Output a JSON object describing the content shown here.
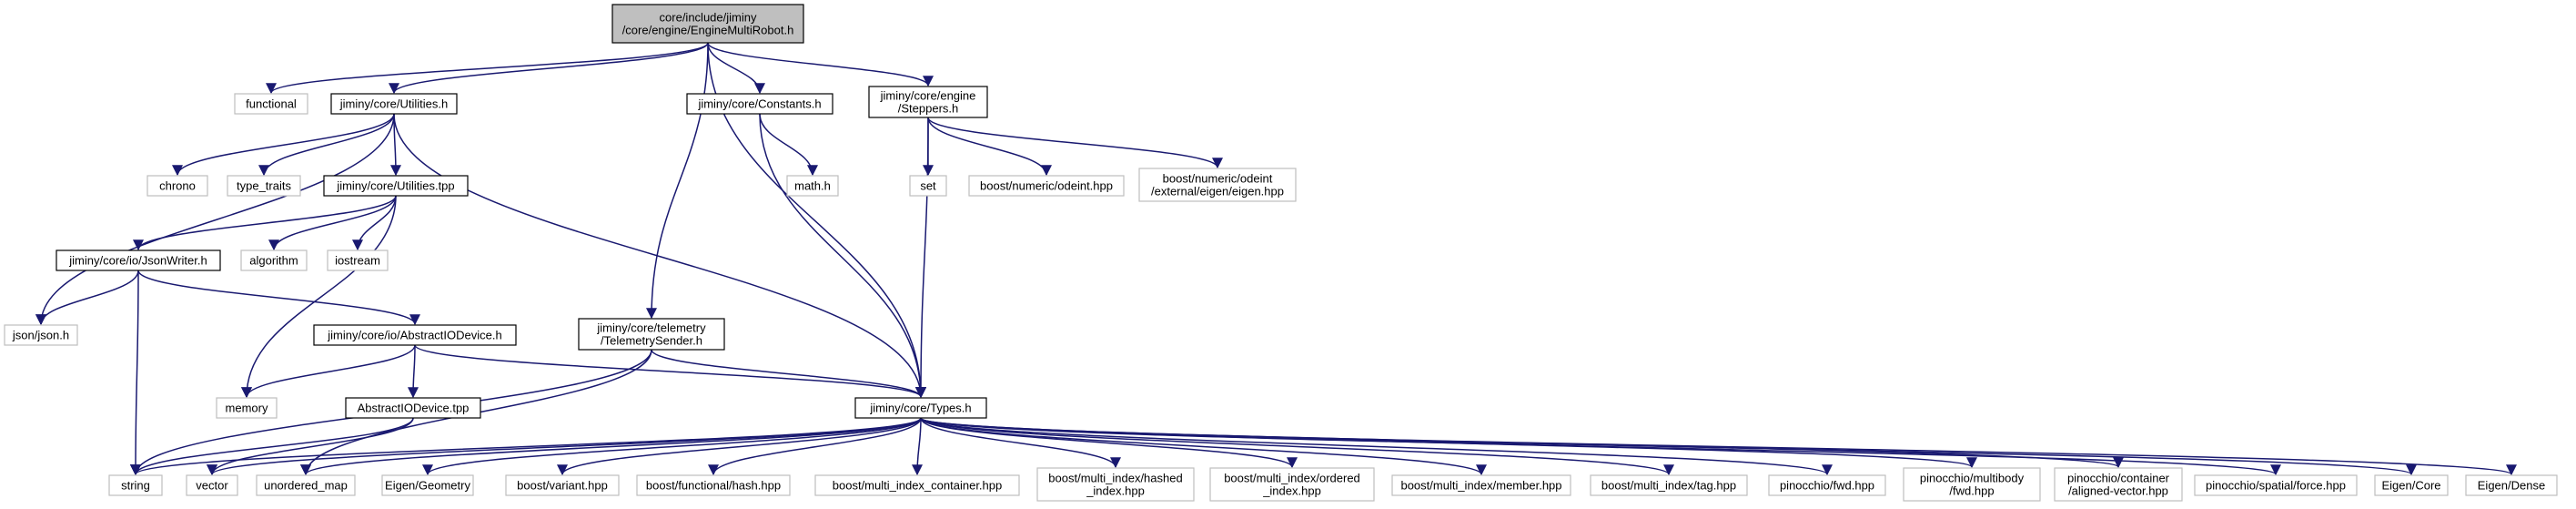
{
  "colors": {
    "edge": "#191970",
    "documented_border": "#000000",
    "external_border": "#bfbfbf",
    "root_fill": "#bfbfbf",
    "background": "#ffffff"
  },
  "nodes": {
    "engine_multirobot_h": [
      "core/include/jiminy",
      "/core/engine/EngineMultiRobot.h"
    ],
    "functional": [
      "functional"
    ],
    "utilities_h": [
      "jiminy/core/Utilities.h"
    ],
    "constants_h": [
      "jiminy/core/Constants.h"
    ],
    "steppers_h": [
      "jiminy/core/engine",
      "/Steppers.h"
    ],
    "chrono": [
      "chrono"
    ],
    "type_traits": [
      "type_traits"
    ],
    "utilities_tpp": [
      "jiminy/core/Utilities.tpp"
    ],
    "math_h": [
      "math.h"
    ],
    "set": [
      "set"
    ],
    "odeint_hpp": [
      "boost/numeric/odeint.hpp"
    ],
    "odeint_eigen_hpp": [
      "boost/numeric/odeint",
      "/external/eigen/eigen.hpp"
    ],
    "jsonwriter_h": [
      "jiminy/core/io/JsonWriter.h"
    ],
    "algorithm": [
      "algorithm"
    ],
    "iostream": [
      "iostream"
    ],
    "json_h": [
      "json/json.h"
    ],
    "abstract_iodevice_h": [
      "jiminy/core/io/AbstractIODevice.h"
    ],
    "telemetry_sender_h": [
      "jiminy/core/telemetry",
      "/TelemetrySender.h"
    ],
    "memory": [
      "memory"
    ],
    "abstract_iodevice_tpp": [
      "AbstractIODevice.tpp"
    ],
    "types_h": [
      "jiminy/core/Types.h"
    ],
    "string": [
      "string"
    ],
    "vector": [
      "vector"
    ],
    "unordered_map": [
      "unordered_map"
    ],
    "eigen_geometry": [
      "Eigen/Geometry"
    ],
    "boost_variant": [
      "boost/variant.hpp"
    ],
    "boost_functional_hash": [
      "boost/functional/hash.hpp"
    ],
    "boost_multi_index_container": [
      "boost/multi_index_container.hpp"
    ],
    "boost_hashed_index": [
      "boost/multi_index/hashed",
      "_index.hpp"
    ],
    "boost_ordered_index": [
      "boost/multi_index/ordered",
      "_index.hpp"
    ],
    "boost_member": [
      "boost/multi_index/member.hpp"
    ],
    "boost_tag": [
      "boost/multi_index/tag.hpp"
    ],
    "pinocchio_fwd": [
      "pinocchio/fwd.hpp"
    ],
    "pinocchio_multibody_fwd": [
      "pinocchio/multibody",
      "/fwd.hpp"
    ],
    "pinocchio_aligned_vector": [
      "pinocchio/container",
      "/aligned-vector.hpp"
    ],
    "pinocchio_force": [
      "pinocchio/spatial/force.hpp"
    ],
    "eigen_core": [
      "Eigen/Core"
    ],
    "eigen_dense": [
      "Eigen/Dense"
    ]
  }
}
